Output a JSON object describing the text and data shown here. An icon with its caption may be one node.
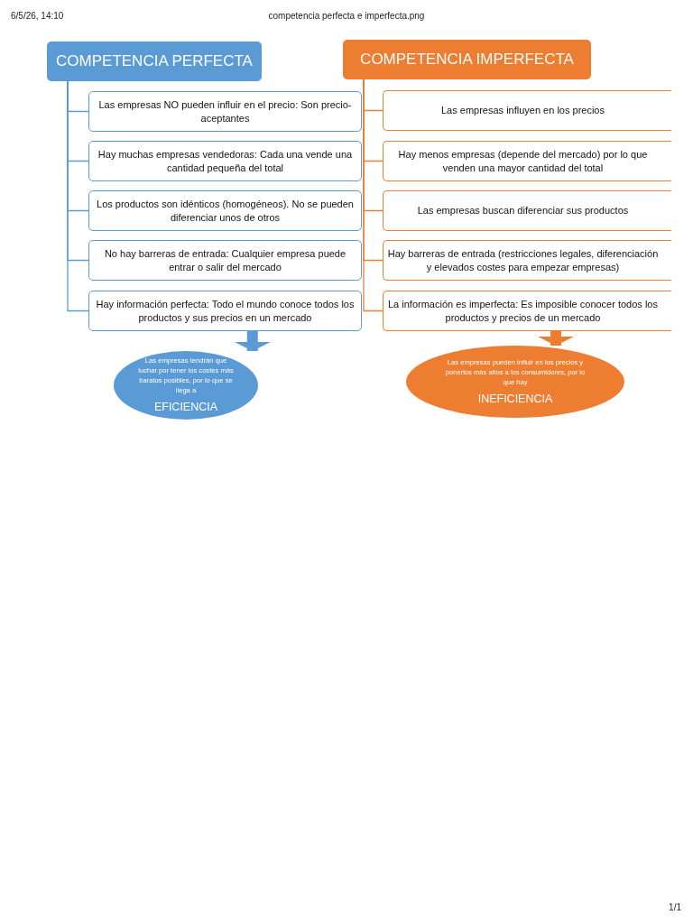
{
  "diagram": {
    "nodes": [
      {
        "text": [
          "COMPETENCIA PERFECTA"
        ]
      },
      {
        "text": [
          "Las empresas NO pueden influir en el precio: Son precio-aceptantes"
        ]
      },
      {
        "text": [
          "Hay muchas empresas vendedoras: Cada una vende una cantidad pequeña del total"
        ]
      },
      {
        "text": [
          "Los productos son idénticos (homogéneos). No se pueden diferenciar unos de otros"
        ]
      },
      {
        "text": [
          "No hay barreras de entrada: Cualquier empresa puede entrar o salir del mercado"
        ]
      },
      {
        "text": [
          "Hay información perfecta: Todo el mundo conoce todos los productos y sus precios en un mercado"
        ]
      },
      {
        "text": [
          "Las empresas tendrán que luchar por tener los costes más baratos posibles, por lo que se llega a",
          "EFICIENCIA"
        ]
      },
      {
        "text": [
          "COMPETENCIA IMPERFECTA"
        ]
      },
      {
        "text": [
          "Las empresas influyen en los precios"
        ]
      },
      {
        "text": [
          "Hay menos empresas (depende del mercado) por lo que venden una mayor cantidad del total"
        ]
      },
      {
        "text": [
          "Las empresas buscan diferenciar sus productos"
        ]
      },
      {
        "text": [
          "Hay barreras de entrada (restricciones legales, diferenciación y elevados costes para empezar empresas)"
        ]
      },
      {
        "text": [
          "La información es imperfecta: Es imposible conocer todos los productos y precios de un mercado"
        ]
      },
      {
        "text": [
          "Las empresas pueden influir en los precios y ponerlos más altos a los consumidores, por lo que hay",
          "INEFICIENCIA"
        ]
      }
    ],
    "edges": [
      {
        "from": 0,
        "to": 1,
        "arrow": "none"
      },
      {
        "from": 0,
        "to": 2,
        "arrow": "none"
      },
      {
        "from": 0,
        "to": 3,
        "arrow": "none"
      },
      {
        "from": 0,
        "to": 4,
        "arrow": "none"
      },
      {
        "from": 0,
        "to": 5,
        "arrow": "none"
      },
      {
        "from": 5,
        "to": 6,
        "arrow": "to",
        "style": "thick"
      },
      {
        "from": 7,
        "to": 8,
        "arrow": "none",
        "color": "#ed7d31"
      },
      {
        "from": 7,
        "to": 9,
        "arrow": "none",
        "color": "#ed7d31"
      },
      {
        "from": 7,
        "to": 10,
        "arrow": "none",
        "color": "#ed7d31"
      },
      {
        "from": 7,
        "to": 11,
        "arrow": "none",
        "color": "#ed7d31"
      },
      {
        "from": 7,
        "to": 12,
        "arrow": "none",
        "color": "#ed7d31"
      },
      {
        "from": 12,
        "to": 13,
        "arrow": "to",
        "style": "thick",
        "color": "#ed7d31"
      }
    ],
    "labels": [
      "6/5/26, 14:10",
      "competencia perfecta e imperfecta.png",
      "1/1"
    ]
  }
}
